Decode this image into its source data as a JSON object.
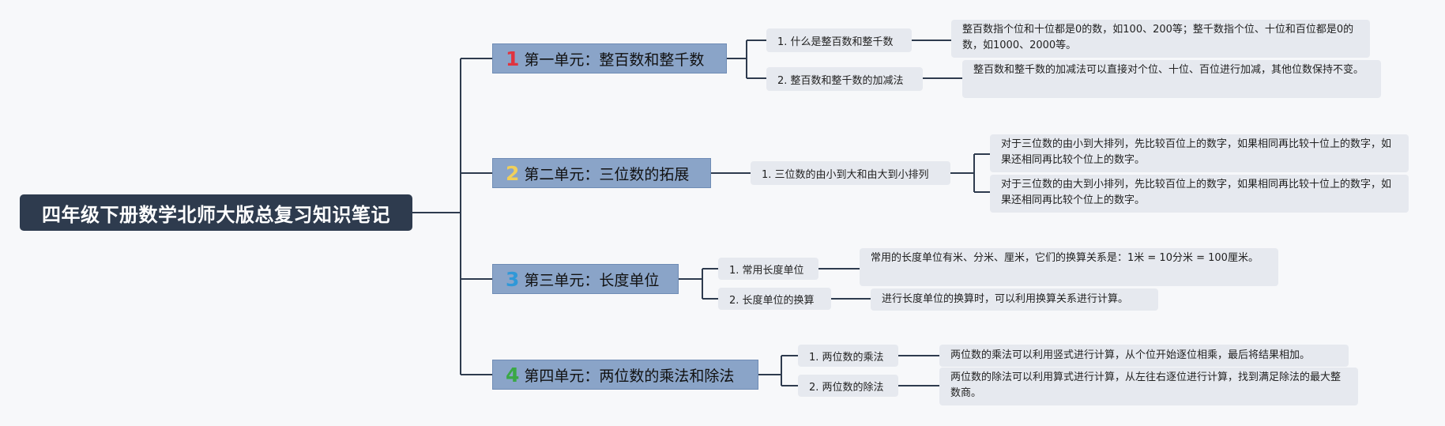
{
  "colors": {
    "background": "#f7f8fa",
    "root_fill": "#2e3b4e",
    "unit_fill": "#8aa4c8",
    "leaf_fill": "#e6e9ef",
    "connector": "#2e3b4e"
  },
  "root": {
    "title": "四年级下册数学北师大版总复习知识笔记"
  },
  "units": [
    {
      "num": "1",
      "num_color": "#e0343f",
      "title": "第一单元：整百数和整千数",
      "topics": [
        {
          "label": "1. 什么是整百数和整千数",
          "notes": [
            "整百数指个位和十位都是0的数，如100、200等；整千数指个位、十位和百位都是0的数，如1000、2000等。"
          ]
        },
        {
          "label": "2. 整百数和整千数的加减法",
          "notes": [
            "整百数和整千数的加减法可以直接对个位、十位、百位进行加减，其他位数保持不变。"
          ]
        }
      ]
    },
    {
      "num": "2",
      "num_color": "#f0cf5a",
      "title": "第二单元：三位数的拓展",
      "topics": [
        {
          "label": "1. 三位数的由小到大和由大到小排列",
          "notes": [
            "对于三位数的由小到大排列，先比较百位上的数字，如果相同再比较十位上的数字，如果还相同再比较个位上的数字。",
            "对于三位数的由大到小排列，先比较百位上的数字，如果相同再比较十位上的数字，如果还相同再比较个位上的数字。"
          ]
        }
      ]
    },
    {
      "num": "3",
      "num_color": "#2f98d8",
      "title": "第三单元：长度单位",
      "topics": [
        {
          "label": "1. 常用长度单位",
          "notes": [
            "常用的长度单位有米、分米、厘米，它们的换算关系是：1米 = 10分米 = 100厘米。"
          ]
        },
        {
          "label": "2. 长度单位的换算",
          "notes": [
            "进行长度单位的换算时，可以利用换算关系进行计算。"
          ]
        }
      ]
    },
    {
      "num": "4",
      "num_color": "#3aa845",
      "title": "第四单元：两位数的乘法和除法",
      "topics": [
        {
          "label": "1. 两位数的乘法",
          "notes": [
            "两位数的乘法可以利用竖式进行计算，从个位开始逐位相乘，最后将结果相加。"
          ]
        },
        {
          "label": "2. 两位数的除法",
          "notes": [
            "两位数的除法可以利用算式进行计算，从左往右逐位进行计算，找到满足除法的最大整数商。"
          ]
        }
      ]
    }
  ]
}
